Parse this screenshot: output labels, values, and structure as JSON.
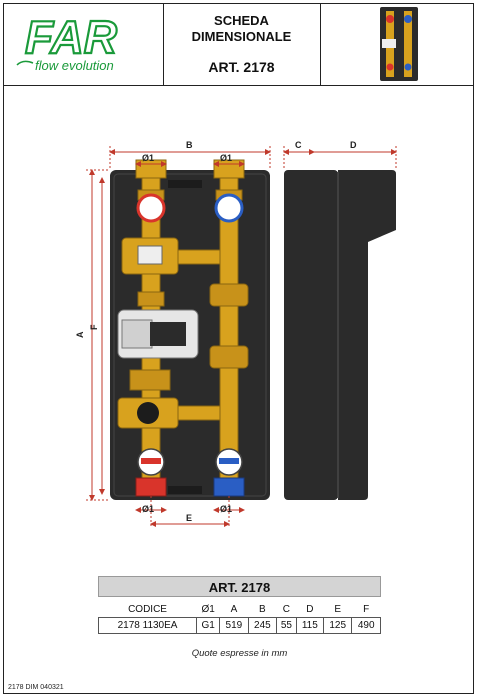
{
  "header": {
    "logo_text": "FAR",
    "logo_tagline": "flow evolution",
    "title_line1": "SCHEDA",
    "title_line2": "DIMENSIONALE",
    "article": "ART. 2178"
  },
  "dimensions": {
    "labels": [
      "B",
      "C",
      "D",
      "A",
      "F",
      "E"
    ],
    "connection_labels": [
      "Ø1",
      "Ø1",
      "Ø1",
      "Ø1"
    ]
  },
  "spec_table": {
    "title": "ART. 2178",
    "headers": [
      "CODICE",
      "Ø1",
      "A",
      "B",
      "C",
      "D",
      "E",
      "F"
    ],
    "rows": [
      [
        "2178 1130EA",
        "G1",
        "519",
        "245",
        "55",
        "115",
        "125",
        "490"
      ]
    ]
  },
  "note": "Quote espresse in mm",
  "doc_code": "2178 DIM 040321",
  "colors": {
    "logo_green": "#1a9a3a",
    "brass": "#d8a21e",
    "insulation": "#2b2b2b",
    "red_valve": "#d9342b",
    "blue_valve": "#2a5ec4",
    "dimension_line": "#c0392b"
  }
}
